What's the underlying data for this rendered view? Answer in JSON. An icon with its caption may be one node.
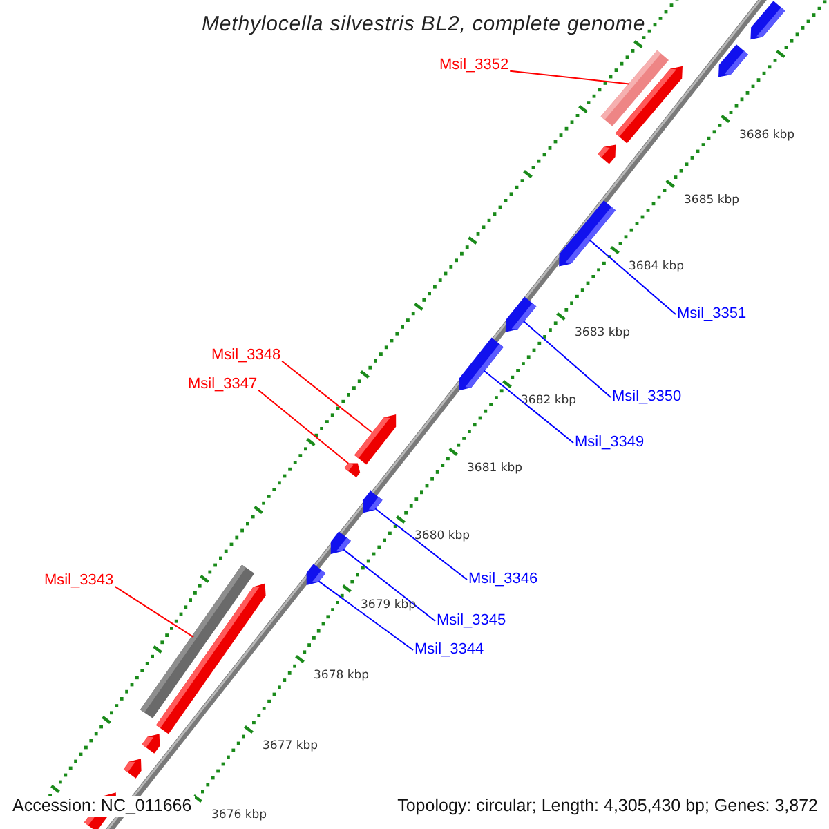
{
  "diagram": {
    "title": "Methylocella silvestris BL2, complete genome",
    "nodes": [
      {
        "text": [
          "Msil_3352"
        ]
      },
      {
        "text": [
          "Msil_3351"
        ]
      },
      {
        "text": [
          "Msil_3350"
        ]
      },
      {
        "text": [
          "Msil_3349"
        ]
      },
      {
        "text": [
          "Msil_3348"
        ]
      },
      {
        "text": [
          "Msil_3347"
        ]
      },
      {
        "text": [
          "Msil_3346"
        ]
      },
      {
        "text": [
          "Msil_3345"
        ]
      },
      {
        "text": [
          "Msil_3343"
        ]
      },
      {
        "text": [
          "Msil_3344"
        ]
      },
      {
        "text": [],
        "shape": "arrow"
      },
      {
        "text": [],
        "shape": "arrow"
      },
      {
        "text": [],
        "shape": "bar"
      },
      {
        "text": [],
        "shape": "arrow"
      },
      {
        "text": [],
        "shape": "arrow"
      },
      {
        "text": [],
        "shape": "arrow"
      },
      {
        "text": [],
        "shape": "arrow"
      },
      {
        "text": [],
        "shape": "arrow"
      },
      {
        "text": [],
        "shape": "arrow"
      },
      {
        "text": [],
        "shape": "arrow"
      },
      {
        "text": [],
        "shape": "arrow"
      },
      {
        "text": [],
        "shape": "arrow"
      },
      {
        "text": [],
        "shape": "arrow"
      },
      {
        "text": [],
        "shape": "bar"
      },
      {
        "text": [],
        "shape": "arrow"
      },
      {
        "text": [],
        "shape": "arrow"
      },
      {
        "text": [],
        "shape": "arrow"
      },
      {
        "text": [],
        "shape": "arrow"
      }
    ],
    "edges": [
      {
        "from": 0,
        "to": 12,
        "arrow": "none",
        "color": "#ff0000"
      },
      {
        "from": 1,
        "to": 15,
        "arrow": "none"
      },
      {
        "from": 2,
        "to": 16,
        "arrow": "none"
      },
      {
        "from": 3,
        "to": 17,
        "arrow": "none"
      },
      {
        "from": 4,
        "to": 18,
        "arrow": "none",
        "color": "#ff0000"
      },
      {
        "from": 5,
        "to": 19,
        "arrow": "none",
        "color": "#ff0000"
      },
      {
        "from": 6,
        "to": 20,
        "arrow": "none"
      },
      {
        "from": 7,
        "to": 21,
        "arrow": "none"
      },
      {
        "from": 8,
        "to": 23,
        "arrow": "none",
        "color": "#ff0000"
      },
      {
        "from": 9,
        "to": 22,
        "arrow": "none"
      }
    ],
    "labels": [
      "3686 kbp",
      "3685 kbp",
      "3684 kbp",
      "3683 kbp",
      "3682 kbp",
      "3681 kbp",
      "3680 kbp",
      "3679 kbp",
      "3678 kbp",
      "3677 kbp",
      "3676 kbp",
      "Accession: NC_011666",
      "Topology: circular; Length: 4,305,430 bp; Genes: 3,872"
    ]
  }
}
